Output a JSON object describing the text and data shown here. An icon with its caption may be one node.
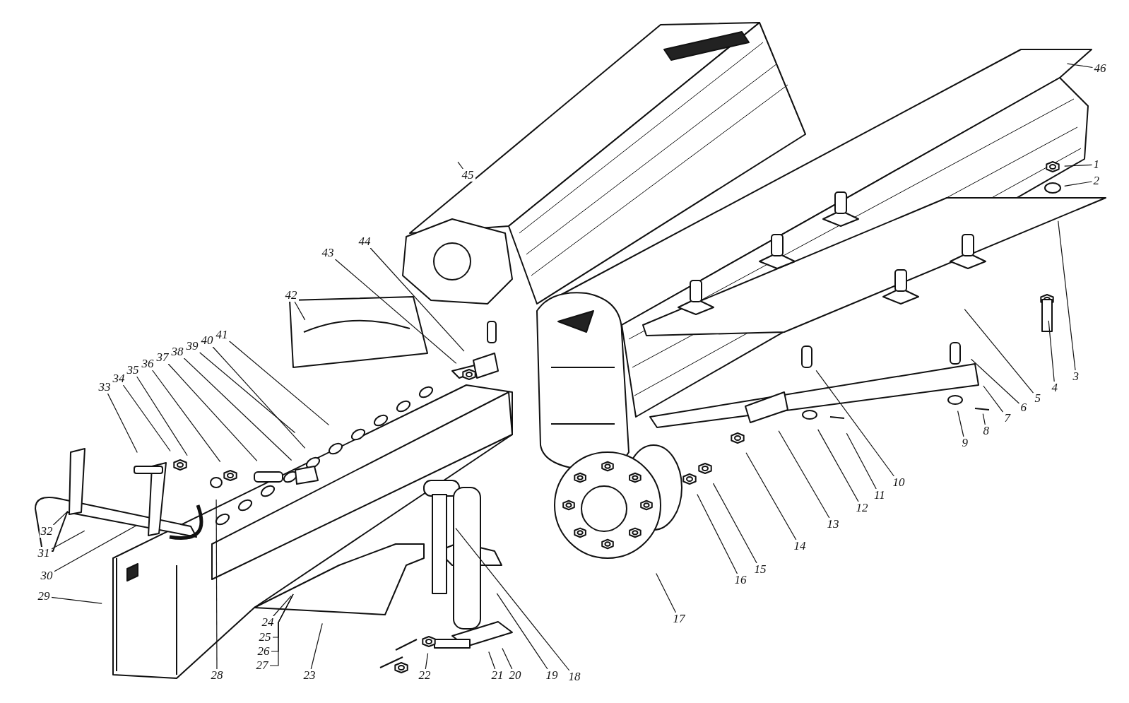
{
  "diagram": {
    "nodes": [
      {
        "text": [
          "1"
        ]
      },
      {
        "text": [
          "2"
        ]
      },
      {
        "text": [
          "3"
        ]
      },
      {
        "text": [
          "4"
        ]
      },
      {
        "text": [
          "5"
        ]
      },
      {
        "text": [
          "6"
        ]
      },
      {
        "text": [
          "7"
        ]
      },
      {
        "text": [
          "8"
        ]
      },
      {
        "text": [
          "9"
        ]
      },
      {
        "text": [
          "10"
        ]
      },
      {
        "text": [
          "11"
        ]
      },
      {
        "text": [
          "12"
        ]
      },
      {
        "text": [
          "13"
        ]
      },
      {
        "text": [
          "14"
        ]
      },
      {
        "text": [
          "15"
        ]
      },
      {
        "text": [
          "16"
        ]
      },
      {
        "text": [
          "17"
        ]
      },
      {
        "text": [
          "18"
        ]
      },
      {
        "text": [
          "19"
        ]
      },
      {
        "text": [
          "20"
        ]
      },
      {
        "text": [
          "21"
        ]
      },
      {
        "text": [
          "22"
        ]
      },
      {
        "text": [
          "23"
        ]
      },
      {
        "text": [
          "24"
        ]
      },
      {
        "text": [
          "25"
        ]
      },
      {
        "text": [
          "26"
        ]
      },
      {
        "text": [
          "27"
        ]
      },
      {
        "text": [
          "28"
        ]
      },
      {
        "text": [
          "29"
        ]
      },
      {
        "text": [
          "30"
        ]
      },
      {
        "text": [
          "31"
        ]
      },
      {
        "text": [
          "32"
        ]
      },
      {
        "text": [
          "33"
        ]
      },
      {
        "text": [
          "34"
        ]
      },
      {
        "text": [
          "35"
        ]
      },
      {
        "text": [
          "36"
        ]
      },
      {
        "text": [
          "37"
        ]
      },
      {
        "text": [
          "38"
        ]
      },
      {
        "text": [
          "39"
        ]
      },
      {
        "text": [
          "40"
        ]
      },
      {
        "text": [
          "41"
        ]
      },
      {
        "text": [
          "42"
        ]
      },
      {
        "text": [
          "43"
        ]
      },
      {
        "text": [
          "44"
        ]
      },
      {
        "text": [
          "45"
        ]
      },
      {
        "text": [
          "46"
        ]
      }
    ],
    "edges": [
      {
        "from": 0,
        "to": null,
        "arrow": "none"
      },
      {
        "from": 1,
        "to": null,
        "arrow": "none"
      },
      {
        "from": 2,
        "to": null,
        "arrow": "none"
      },
      {
        "from": 3,
        "to": null,
        "arrow": "none"
      },
      {
        "from": 4,
        "to": null,
        "arrow": "none"
      },
      {
        "from": 5,
        "to": null,
        "arrow": "none"
      },
      {
        "from": 6,
        "to": null,
        "arrow": "none"
      },
      {
        "from": 7,
        "to": null,
        "arrow": "none"
      },
      {
        "from": 8,
        "to": null,
        "arrow": "none"
      },
      {
        "from": 9,
        "to": null,
        "arrow": "none"
      },
      {
        "from": 10,
        "to": null,
        "arrow": "none"
      },
      {
        "from": 11,
        "to": null,
        "arrow": "none"
      },
      {
        "from": 12,
        "to": null,
        "arrow": "none"
      },
      {
        "from": 13,
        "to": null,
        "arrow": "none"
      },
      {
        "from": 14,
        "to": null,
        "arrow": "none"
      },
      {
        "from": 15,
        "to": null,
        "arrow": "none"
      },
      {
        "from": 16,
        "to": null,
        "arrow": "none"
      },
      {
        "from": 17,
        "to": null,
        "arrow": "none"
      },
      {
        "from": 18,
        "to": null,
        "arrow": "none"
      },
      {
        "from": 19,
        "to": null,
        "arrow": "none"
      },
      {
        "from": 20,
        "to": null,
        "arrow": "none"
      },
      {
        "from": 21,
        "to": null,
        "arrow": "none"
      },
      {
        "from": 22,
        "to": null,
        "arrow": "none"
      },
      {
        "from": 23,
        "to": null,
        "arrow": "none"
      },
      {
        "from": 24,
        "to": null,
        "arrow": "none"
      },
      {
        "from": 25,
        "to": null,
        "arrow": "none"
      },
      {
        "from": 26,
        "to": null,
        "arrow": "none"
      },
      {
        "from": 27,
        "to": null,
        "arrow": "none"
      },
      {
        "from": 28,
        "to": null,
        "arrow": "none"
      },
      {
        "from": 29,
        "to": null,
        "arrow": "none"
      },
      {
        "from": 30,
        "to": null,
        "arrow": "none"
      },
      {
        "from": 31,
        "to": null,
        "arrow": "none"
      },
      {
        "from": 32,
        "to": null,
        "arrow": "none"
      },
      {
        "from": 33,
        "to": null,
        "arrow": "none"
      },
      {
        "from": 34,
        "to": null,
        "arrow": "none"
      },
      {
        "from": 35,
        "to": null,
        "arrow": "none"
      },
      {
        "from": 36,
        "to": null,
        "arrow": "none"
      },
      {
        "from": 37,
        "to": null,
        "arrow": "none"
      },
      {
        "from": 38,
        "to": null,
        "arrow": "none"
      },
      {
        "from": 39,
        "to": null,
        "arrow": "none"
      },
      {
        "from": 40,
        "to": null,
        "arrow": "none"
      },
      {
        "from": 41,
        "to": null,
        "arrow": "none"
      },
      {
        "from": 42,
        "to": null,
        "arrow": "none"
      },
      {
        "from": 43,
        "to": null,
        "arrow": "none"
      },
      {
        "from": 44,
        "to": null,
        "arrow": "none"
      },
      {
        "from": 45,
        "to": null,
        "arrow": "none"
      }
    ]
  }
}
